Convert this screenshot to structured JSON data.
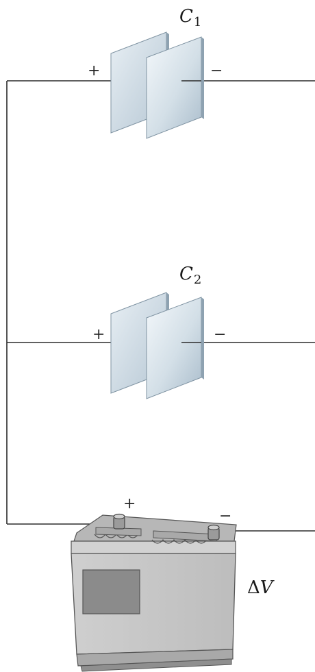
{
  "capacitors": [
    {
      "letter": "C",
      "subscript": "1",
      "positive_sign": "+",
      "negative_sign": "−"
    },
    {
      "letter": "C",
      "subscript": "2",
      "positive_sign": "+",
      "negative_sign": "−"
    }
  ],
  "battery": {
    "label_delta": "Δ",
    "label_var": "V",
    "positive_sign": "+",
    "negative_sign": "−"
  },
  "colors": {
    "wire": "#2b2b2b",
    "plate_light": "#f2f6f9",
    "plate_mid": "#c9d7e0",
    "plate_dark": "#8fa4b3",
    "battery_body": "#c9c9c9",
    "battery_dark": "#8a8a8a"
  }
}
